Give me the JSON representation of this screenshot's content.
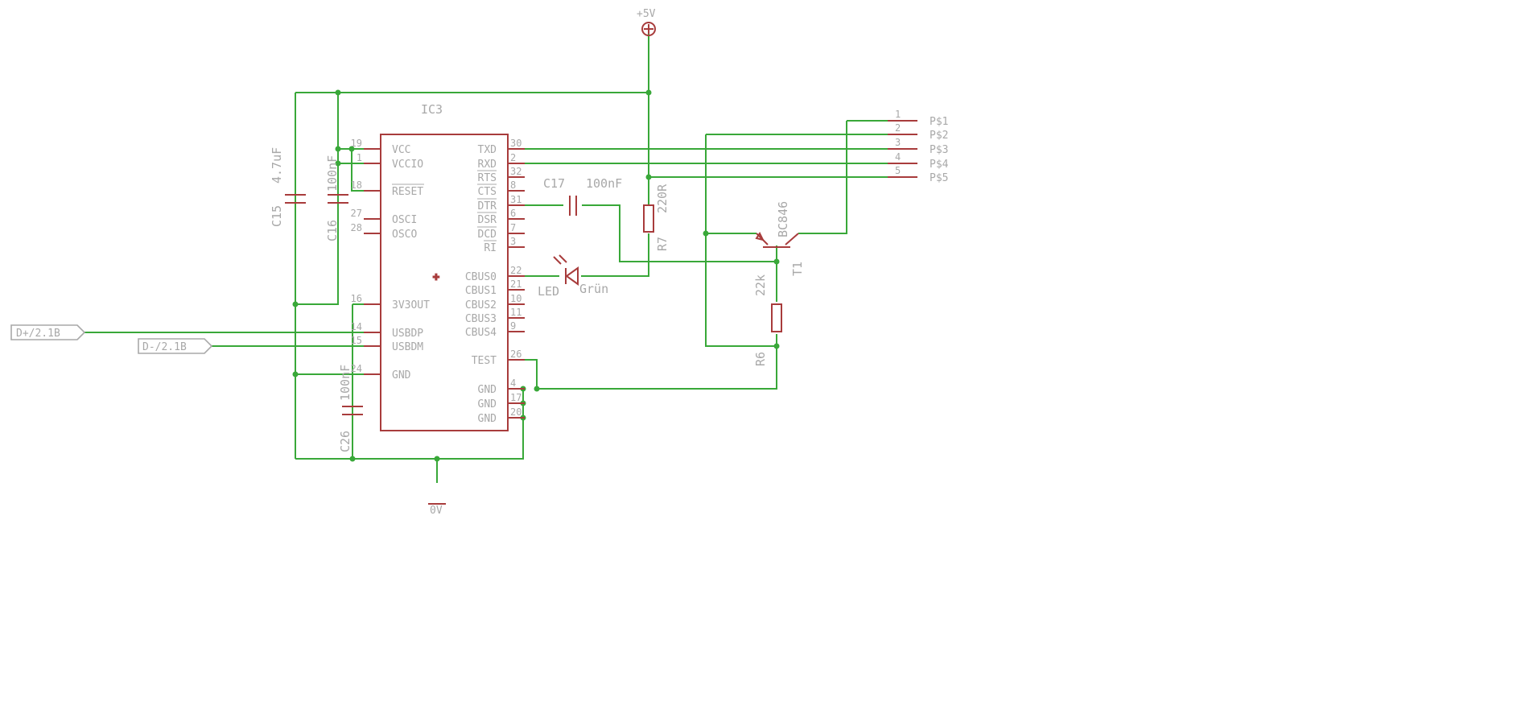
{
  "schematic": {
    "power": {
      "vcc_label": "+5V",
      "gnd_label": "0V"
    },
    "ic": {
      "ref": "IC3",
      "left_pins": [
        {
          "num": "19",
          "name": "VCC"
        },
        {
          "num": "1",
          "name": "VCCIO"
        },
        {
          "num": "18",
          "name": "RESET"
        },
        {
          "num": "27",
          "name": "OSCI"
        },
        {
          "num": "28",
          "name": "OSCO"
        },
        {
          "num": "16",
          "name": "3V3OUT"
        },
        {
          "num": "14",
          "name": "USBDP"
        },
        {
          "num": "15",
          "name": "USBDM"
        },
        {
          "num": "24",
          "name": "GND"
        }
      ],
      "right_pins": [
        {
          "num": "30",
          "name": "TXD"
        },
        {
          "num": "2",
          "name": "RXD"
        },
        {
          "num": "32",
          "name": "RTS"
        },
        {
          "num": "8",
          "name": "CTS"
        },
        {
          "num": "31",
          "name": "DTR"
        },
        {
          "num": "6",
          "name": "DSR"
        },
        {
          "num": "7",
          "name": "DCD"
        },
        {
          "num": "3",
          "name": "RI"
        },
        {
          "num": "22",
          "name": "CBUS0"
        },
        {
          "num": "21",
          "name": "CBUS1"
        },
        {
          "num": "10",
          "name": "CBUS2"
        },
        {
          "num": "11",
          "name": "CBUS3"
        },
        {
          "num": "9",
          "name": "CBUS4"
        },
        {
          "num": "26",
          "name": "TEST"
        },
        {
          "num": "4",
          "name": "GND"
        },
        {
          "num": "17",
          "name": "GND"
        },
        {
          "num": "20",
          "name": "GND"
        }
      ]
    },
    "components": {
      "c15": {
        "ref": "C15",
        "value": "4.7uF"
      },
      "c16": {
        "ref": "C16",
        "value": "100nF"
      },
      "c17": {
        "ref": "C17",
        "value": "100nF"
      },
      "c26": {
        "ref": "C26",
        "value": "100nF"
      },
      "r7": {
        "ref": "R7",
        "value": "220R"
      },
      "r6": {
        "ref": "R6",
        "value": "22k"
      },
      "t1": {
        "ref": "T1",
        "value": "BC846"
      },
      "led": {
        "ref": "LED",
        "value": "Grün"
      }
    },
    "ports": [
      {
        "label": "D+/2.1B"
      },
      {
        "label": "D-/2.1B"
      }
    ],
    "connector": [
      {
        "num": "1",
        "name": "P$1"
      },
      {
        "num": "2",
        "name": "P$2"
      },
      {
        "num": "3",
        "name": "P$3"
      },
      {
        "num": "4",
        "name": "P$4"
      },
      {
        "num": "5",
        "name": "P$5"
      }
    ]
  },
  "colors": {
    "wire": "#39a839",
    "symbol": "#a83c3c",
    "label": "#a8a8a8",
    "background": "#ffffff"
  }
}
